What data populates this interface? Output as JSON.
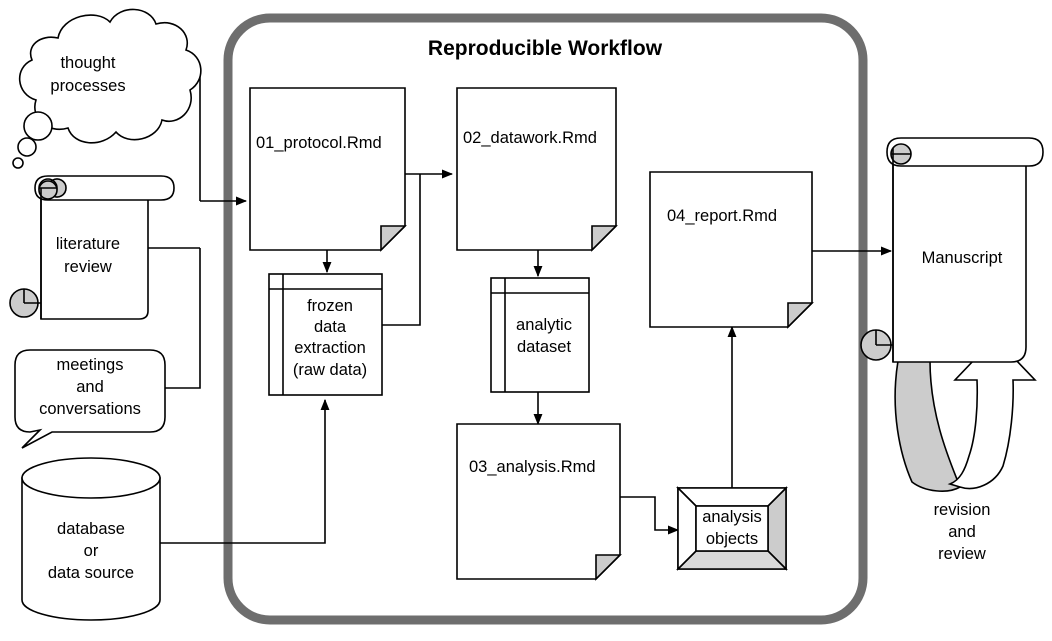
{
  "diagram": {
    "title": "Reproducible Workflow",
    "inputs": [
      {
        "id": "thought",
        "shape": "thought-cloud",
        "lines": [
          "thought",
          "processes"
        ]
      },
      {
        "id": "literature",
        "shape": "scroll",
        "lines": [
          "literature",
          "review"
        ]
      },
      {
        "id": "meetings",
        "shape": "speech-bubble",
        "lines": [
          "meetings",
          "and",
          "conversations"
        ]
      },
      {
        "id": "database",
        "shape": "cylinder",
        "lines": [
          "database",
          "or",
          "data source"
        ]
      }
    ],
    "documents": [
      {
        "id": "protocol",
        "shape": "document",
        "label": "01_protocol.Rmd"
      },
      {
        "id": "datawork",
        "shape": "document",
        "label": "02_datawork.Rmd"
      },
      {
        "id": "analysis",
        "shape": "document",
        "label": "03_analysis.Rmd"
      },
      {
        "id": "report",
        "shape": "document",
        "label": "04_report.Rmd"
      }
    ],
    "datastores": [
      {
        "id": "frozen",
        "shape": "internal-storage",
        "lines": [
          "frozen",
          "data",
          "extraction",
          "(raw data)"
        ]
      },
      {
        "id": "analytic",
        "shape": "internal-storage",
        "lines": [
          "analytic",
          "dataset"
        ]
      }
    ],
    "objects": [
      {
        "id": "analysis-objects",
        "shape": "cube",
        "lines": [
          "analysis",
          "objects"
        ]
      }
    ],
    "outputs": [
      {
        "id": "manuscript",
        "shape": "scroll",
        "lines": [
          "Manuscript"
        ]
      }
    ],
    "loop": {
      "id": "revision-loop",
      "shape": "curved-u-arrow",
      "lines": [
        "revision",
        "and",
        "review"
      ]
    },
    "colors": {
      "container_border": "#6e6e6e",
      "shape_stroke": "#000000",
      "shape_fill": "#ffffff",
      "accent_gray": "#cccccc",
      "background": "#ffffff"
    }
  }
}
